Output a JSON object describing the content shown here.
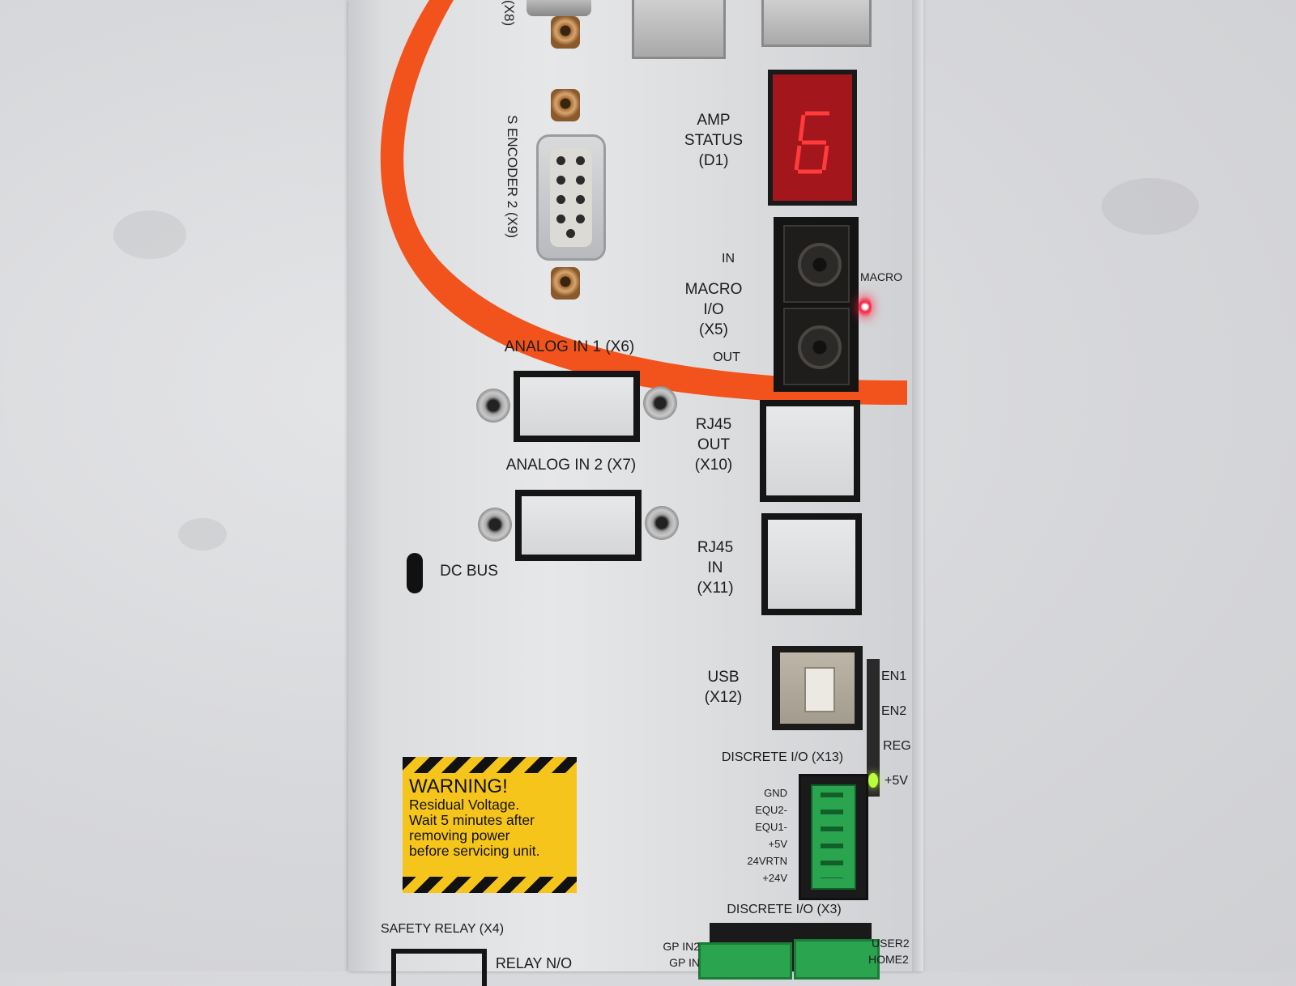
{
  "labels": {
    "connector_x8": "(X8)",
    "s_encoder_2": "S ENCODER 2 (X9)",
    "amp_status": "AMP\nSTATUS\n(D1)",
    "in": "IN",
    "out": "OUT",
    "macro_io": "MACRO\nI/O\n(X5)",
    "macro_led": "MACRO",
    "analog_in_1": "ANALOG IN 1 (X6)",
    "analog_in_2": "ANALOG IN 2 (X7)",
    "dc_bus": "DC BUS",
    "rj45_out": "RJ45\nOUT\n(X10)",
    "rj45_in": "RJ45\nIN\n(X11)",
    "usb": "USB\n(X12)",
    "en1": "EN1",
    "en2": "EN2",
    "reg": "REG",
    "plus5v_led": "+5V",
    "discrete_io_x13": "DISCRETE I/O (X13)",
    "x13_pins": "GND\nEQU2-\nEQU1-\n+5V\n24VRTN\n+24V",
    "discrete_io_x3": "DISCRETE I/O (X3)",
    "safety_relay": "SAFETY RELAY (X4)",
    "relay_no": "RELAY N/O",
    "gp_in2": "GP IN2",
    "gp_in": "GP IN",
    "user2": "USER2",
    "home2": "HOME2"
  },
  "warning": {
    "title": "WARNING!",
    "body": "Residual Voltage.\nWait 5 minutes after\nremoving power\nbefore servicing unit."
  },
  "display": {
    "digit": "6"
  },
  "colors": {
    "accent_swoosh": "#f2531c",
    "seven_segment": "#ff3b3b",
    "led_red": "#ff1e3c",
    "led_green": "#b8ff3a",
    "warning_yellow": "#f6c51c",
    "connector_green": "#2aa44e"
  }
}
